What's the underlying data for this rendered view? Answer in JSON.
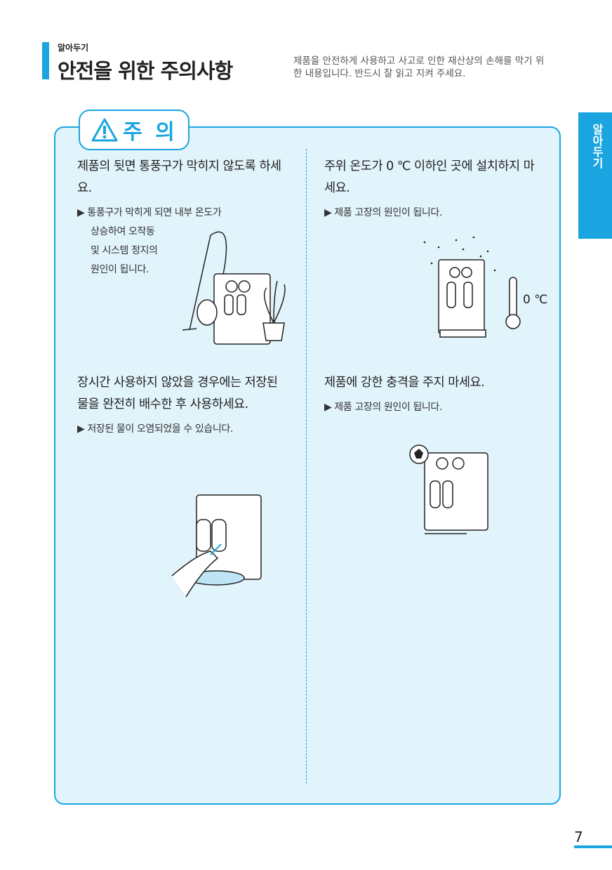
{
  "header": {
    "kicker": "알아두기",
    "title": "안전을 위한 주의사항",
    "intro": "제품을 안전하게 사용하고 사고로 인한 재산상의 손해를 막기 위한 내용입니다. 반드시 잘 읽고 지켜 주세요."
  },
  "side_tab": "알아두기",
  "badge": "주 의",
  "sections": [
    {
      "heading": "제품의 뒷면 통풍구가 막히지 않도록 하세요.",
      "note_l1": "▶ 통풍구가 막히게 되면 내부 온도가",
      "note_l2": "상승하여 오작동",
      "note_l3": "및 시스템 정지의",
      "note_l4": "원인이 됩니다."
    },
    {
      "heading": "주위 온도가 0 ℃ 이하인 곳에 설치하지 마세요.",
      "note": "▶ 제품 고장의 원인이 됩니다.",
      "thermo_label": "0 ℃"
    },
    {
      "heading": "장시간 사용하지 않았을 경우에는 저장된 물을 완전히 배수한 후 사용하세요.",
      "note": "▶ 저장된 물이 오염되었을 수 있습니다."
    },
    {
      "heading": "제품에 강한 충격을 주지 마세요.",
      "note": "▶ 제품 고장의 원인이 됩니다."
    }
  ],
  "page_number": "7",
  "colors": {
    "accent": "#1ba5e0",
    "panel": "#e1f3fb"
  }
}
